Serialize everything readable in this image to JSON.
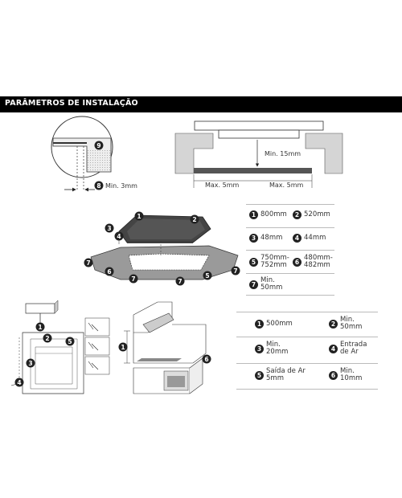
{
  "header": {
    "title": "PARÂMETROS DE INSTALAÇÃO"
  },
  "top_left": {
    "badge_9": "9",
    "badge_8": "8",
    "label_8": "Min. 3mm"
  },
  "top_right": {
    "min_label": "Min. 15mm",
    "max_left": "Max. 5mm",
    "max_right": "Max. 5mm"
  },
  "hob_diagram": {
    "badges": [
      "1",
      "2",
      "3",
      "4",
      "5",
      "6",
      "7"
    ]
  },
  "hob_table": {
    "rows": [
      [
        {
          "n": "1",
          "text": "800mm"
        },
        {
          "n": "2",
          "text": "520mm"
        }
      ],
      [
        {
          "n": "3",
          "text": "48mm"
        },
        {
          "n": "4",
          "text": "44mm"
        }
      ],
      [
        {
          "n": "5",
          "text": "750mm-\n752mm"
        },
        {
          "n": "6",
          "text": "480mm-\n482mm"
        }
      ],
      [
        {
          "n": "7",
          "text": "Min.\n50mm"
        }
      ]
    ]
  },
  "oven_left": {
    "badges": [
      "1",
      "2",
      "3",
      "4",
      "5"
    ]
  },
  "oven_right": {
    "badges": [
      "1",
      "6"
    ]
  },
  "oven_table": {
    "rows": [
      [
        {
          "n": "1",
          "text": "500mm"
        },
        {
          "n": "2",
          "text": "Min.\n50mm"
        }
      ],
      [
        {
          "n": "3",
          "text": "Min.\n20mm"
        },
        {
          "n": "4",
          "text": "Entrada\nde Ar"
        }
      ],
      [
        {
          "n": "5",
          "text": "Saída de Ar\n5mm"
        },
        {
          "n": "6",
          "text": "Min.\n10mm"
        }
      ]
    ]
  }
}
